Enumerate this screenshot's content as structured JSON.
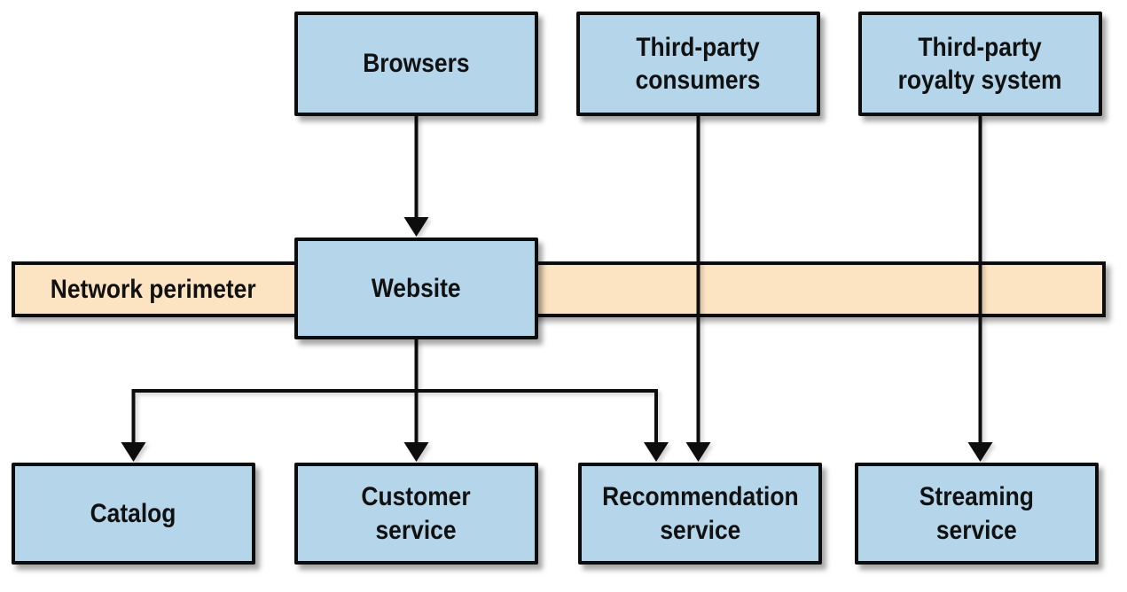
{
  "colors": {
    "background": "#ffffff",
    "node_fill": "#b4d5ea",
    "band_fill": "#fce3c1",
    "stroke": "#0d0d0d",
    "text": "#111111"
  },
  "diagram": {
    "band": {
      "label": "Network perimeter"
    },
    "nodes": {
      "browsers": {
        "label": "Browsers"
      },
      "third_party_consumers": {
        "label": "Third-party\nconsumers"
      },
      "third_party_royalty": {
        "label": "Third-party\nroyalty system"
      },
      "website": {
        "label": "Website"
      },
      "catalog": {
        "label": "Catalog"
      },
      "customer_service": {
        "label": "Customer\nservice"
      },
      "recommendation_service": {
        "label": "Recommendation\nservice"
      },
      "streaming_service": {
        "label": "Streaming\nservice"
      }
    },
    "edges": [
      {
        "from": "browsers",
        "to": "website"
      },
      {
        "from": "website",
        "to": "catalog"
      },
      {
        "from": "website",
        "to": "customer_service"
      },
      {
        "from": "website",
        "to": "recommendation_service"
      },
      {
        "from": "third_party_consumers",
        "to": "recommendation_service"
      },
      {
        "from": "third_party_royalty",
        "to": "streaming_service"
      }
    ]
  }
}
